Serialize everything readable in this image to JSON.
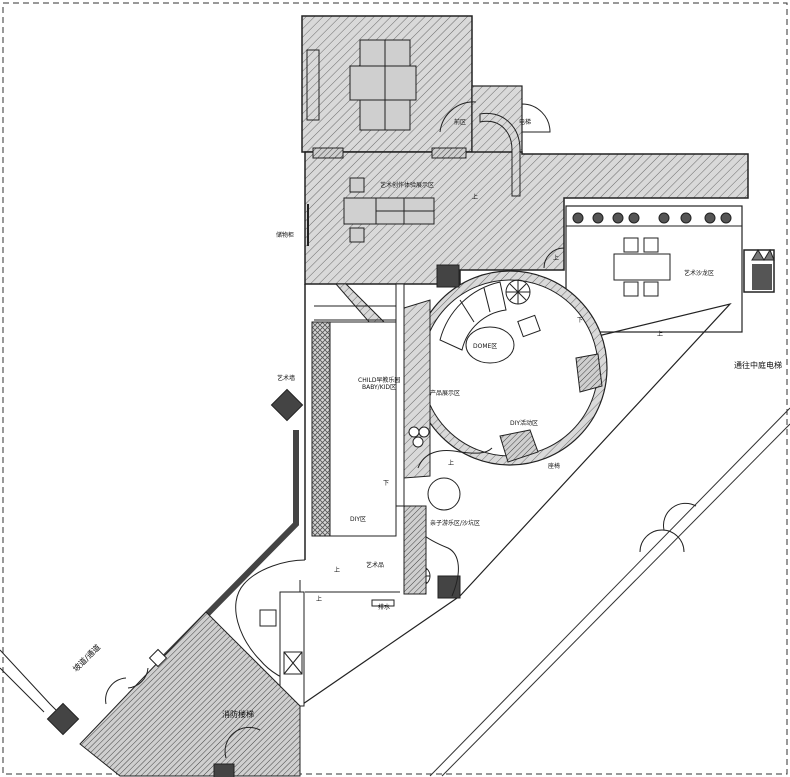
{
  "labels": {
    "reception": "前区",
    "elevator_hall": "电梯",
    "art_workshop": "艺术创作体验展示区",
    "storage": "储物柜",
    "art_salon": "艺术沙龙区",
    "dome": "DOME区",
    "product_display": "产品展示区",
    "child_area": "CHILD早教乐园",
    "child_area_sub": "BABY/KID区",
    "art_wall": "艺术墙",
    "diy_zone": "DIY区",
    "diy_area": "DIY活动区",
    "outdoor_play": "亲子游乐区/沙坑区",
    "sculpture": "艺术品",
    "bench": "座椅",
    "drain": "排水",
    "resident_elevator": "通往中庭电梯",
    "ramp": "坡道/通道",
    "fire_stairs": "消防楼梯",
    "up1": "上",
    "up2": "上",
    "up3": "上",
    "up4": "上",
    "up5": "上",
    "up6": "上",
    "down1": "下",
    "down2": "下"
  }
}
